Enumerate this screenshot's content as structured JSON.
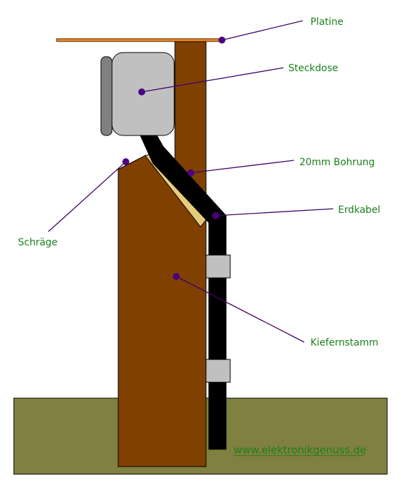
{
  "labels": {
    "platine": "Platine",
    "steckdose": "Steckdose",
    "bohrung": "20mm Bohrung",
    "erdkabel": "Erdkabel",
    "schraege": "Schräge",
    "kiefernstamm": "Kiefernstamm"
  },
  "website": "www.elektronikgenuss.de",
  "colors": {
    "ground": "#808040",
    "trunk": "#804000",
    "board": "#ff8c1a",
    "socket": "#c0c0c0",
    "socket_side": "#808080",
    "cable": "#000000",
    "clamp": "#c0c0c0",
    "bore_edge": "#e6cc7a",
    "leader": "#3d0066",
    "dot": "#4b0082",
    "text": "#1a7f1a"
  }
}
